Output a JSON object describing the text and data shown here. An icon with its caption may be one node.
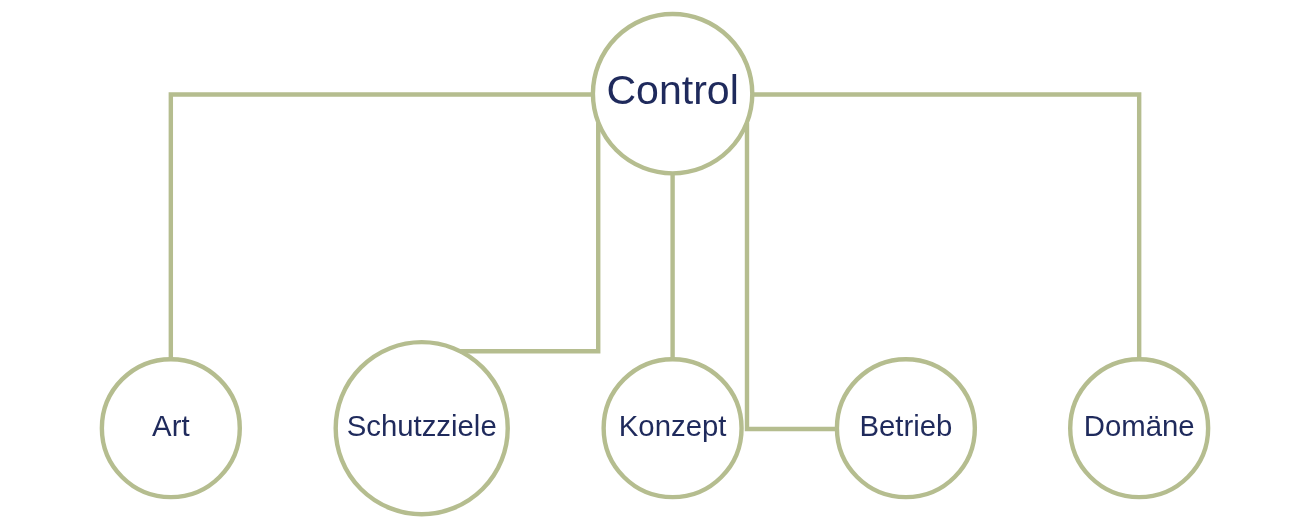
{
  "diagram": {
    "nodes": [
      {
        "text": [
          "Control"
        ]
      },
      {
        "text": [
          "Art"
        ]
      },
      {
        "text": [
          "Schutzziele"
        ]
      },
      {
        "text": [
          "Konzept"
        ]
      },
      {
        "text": [
          "Betrieb"
        ]
      },
      {
        "text": [
          "Domäne"
        ]
      }
    ],
    "edges": [
      {
        "from": 0,
        "to": 1,
        "arrow": "none"
      },
      {
        "from": 0,
        "to": 2,
        "arrow": "none"
      },
      {
        "from": 0,
        "to": 3,
        "arrow": "none"
      },
      {
        "from": 0,
        "to": 4,
        "arrow": "none"
      },
      {
        "from": 0,
        "to": 5,
        "arrow": "none"
      }
    ]
  }
}
